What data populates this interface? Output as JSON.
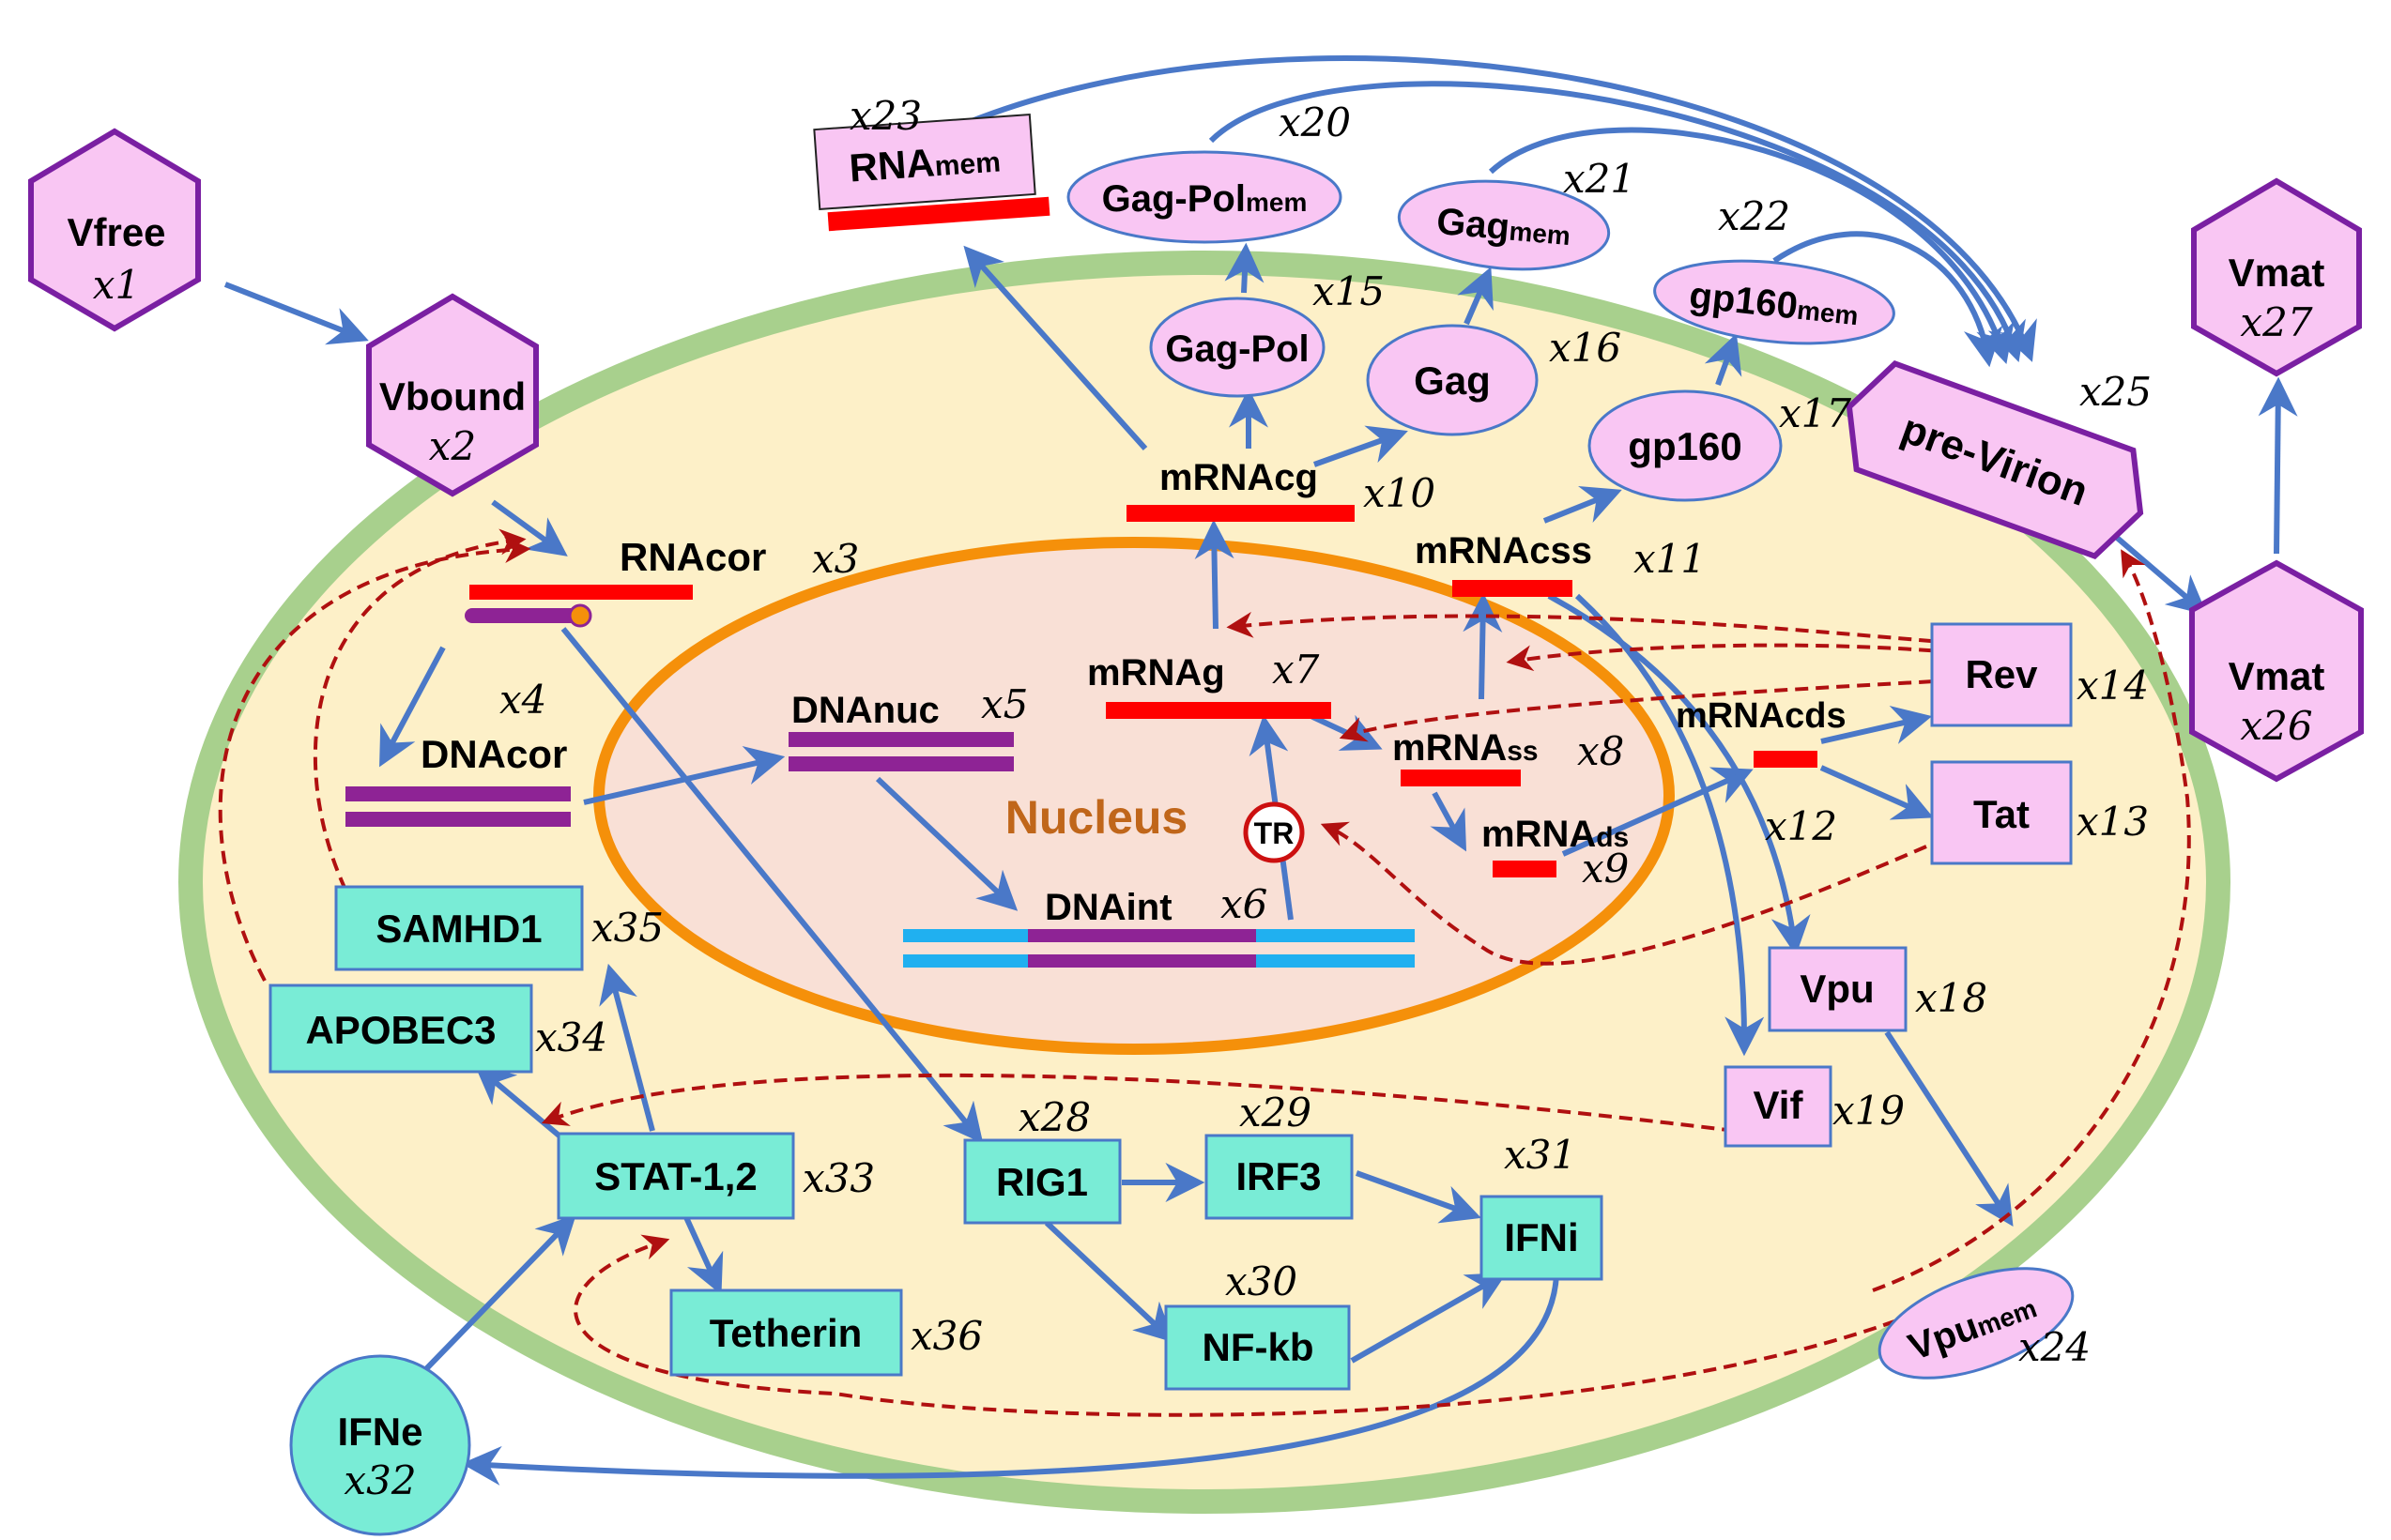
{
  "colors": {
    "cell_fill": "#fdf0c8",
    "cell_border": "#a8d08d",
    "nucleus_fill": "#f9e0d6",
    "nucleus_border": "#f5900a",
    "nucleus_label": "#c0661a",
    "viral_node_fill": "#f9c6f3",
    "viral_node_border": "#7a1fa2",
    "host_node_fill": "#79ecd6",
    "rna_strand": "#ff0000",
    "dna_strand": "#8e2395",
    "host_dna": "#20b0f0",
    "flow_arrow": "#4a78c8",
    "inhibit_arrow": "#b01010"
  },
  "nucleus": {
    "label": "Nucleus"
  },
  "tr": {
    "label": "TR"
  },
  "nodes": {
    "x1": {
      "label": "Vfree",
      "var": "x1"
    },
    "x2": {
      "label": "Vbound",
      "var": "x2"
    },
    "x3": {
      "label": "RNAcor",
      "var": "x3"
    },
    "x4": {
      "label": "DNAcor",
      "var": "x4"
    },
    "x5": {
      "label": "DNAnuc",
      "var": "x5"
    },
    "x6": {
      "label": "DNAint",
      "var": "x6"
    },
    "x7": {
      "label": "mRNAg",
      "var": "x7"
    },
    "x8": {
      "base": "mRNA",
      "sub": "ss",
      "var": "x8"
    },
    "x9": {
      "base": "mRNA",
      "sub": "ds",
      "var": "x9"
    },
    "x10": {
      "label": "mRNAcg",
      "var": "x10"
    },
    "x11": {
      "label": "mRNAcss",
      "var": "x11"
    },
    "x12": {
      "label": "mRNAcds",
      "var": "x12"
    },
    "x13": {
      "label": "Tat",
      "var": "x13"
    },
    "x14": {
      "label": "Rev",
      "var": "x14"
    },
    "x15": {
      "label": "Gag-Pol",
      "var": "x15"
    },
    "x16": {
      "label": "Gag",
      "var": "x16"
    },
    "x17": {
      "label": "gp160",
      "var": "x17"
    },
    "x18": {
      "label": "Vpu",
      "var": "x18"
    },
    "x19": {
      "label": "Vif",
      "var": "x19"
    },
    "x20": {
      "base": "Gag-Pol",
      "sub": "mem",
      "var": "x20"
    },
    "x21": {
      "base": "Gag",
      "sub": "mem",
      "var": "x21"
    },
    "x22": {
      "base": "gp160",
      "sub": "mem",
      "var": "x22"
    },
    "x23": {
      "base": "RNA",
      "sub": "mem",
      "var": "x23"
    },
    "x24": {
      "base": "Vpu",
      "sub": "mem",
      "var": "x24"
    },
    "x25": {
      "label": "pre-Virion",
      "var": "x25"
    },
    "x26": {
      "label": "Vmat",
      "var": "x26"
    },
    "x27": {
      "label": "Vmat",
      "var": "x27"
    },
    "x28": {
      "label": "RIG1",
      "var": "x28"
    },
    "x29": {
      "label": "IRF3",
      "var": "x29"
    },
    "x30": {
      "label": "NF-kb",
      "var": "x30"
    },
    "x31": {
      "label": "IFNi",
      "var": "x31"
    },
    "x32": {
      "label": "IFNe",
      "var": "x32"
    },
    "x33": {
      "label": "STAT-1,2",
      "var": "x33"
    },
    "x34": {
      "label": "APOBEC3",
      "var": "x34"
    },
    "x35": {
      "label": "SAMHD1",
      "var": "x35"
    },
    "x36": {
      "label": "Tetherin",
      "var": "x36"
    }
  }
}
